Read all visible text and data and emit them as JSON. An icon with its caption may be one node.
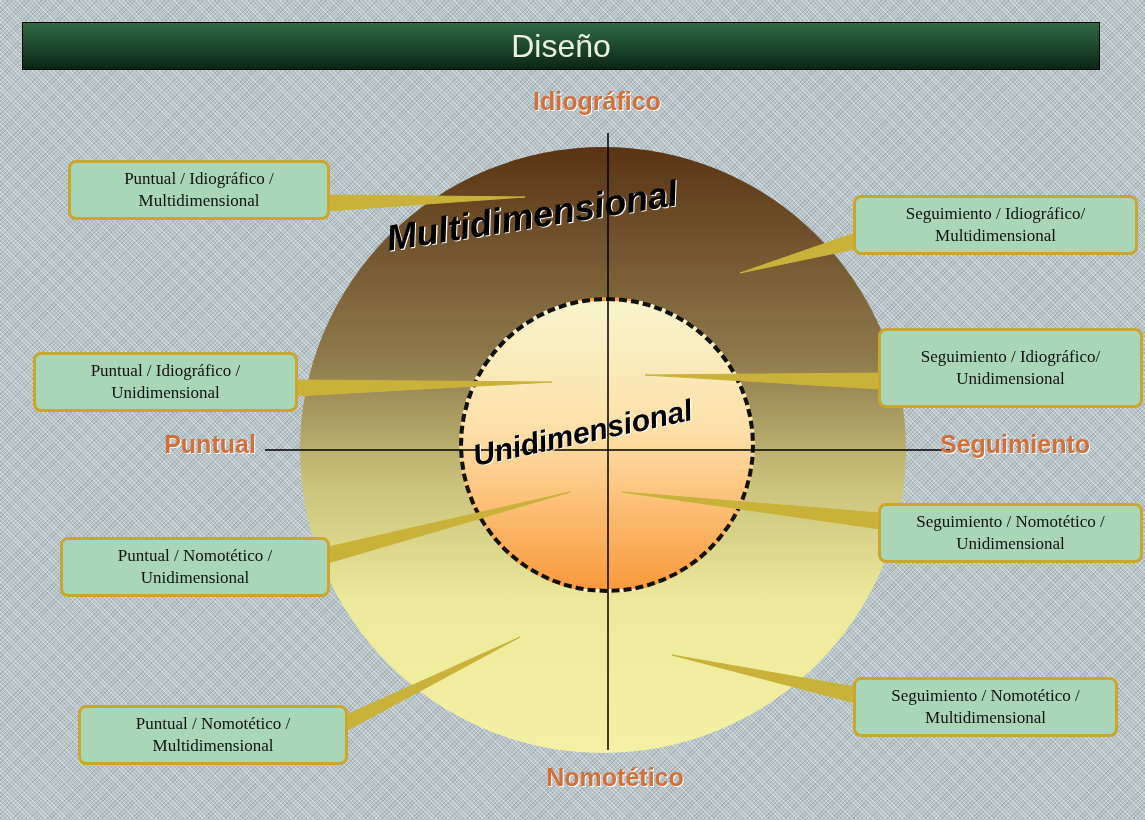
{
  "diagram": {
    "title": "Diseño",
    "nodes": [
      {
        "text": [
          "Multidimensional"
        ]
      },
      {
        "text": [
          "Unidimensional"
        ],
        "in": 0
      },
      {
        "text": [
          "Puntual / Idiográfico / Multidimensional"
        ]
      },
      {
        "text": [
          "Seguimiento / Idiográfico/ Multidimensional"
        ]
      },
      {
        "text": [
          "Puntual / Idiográfico / Unidimensional"
        ]
      },
      {
        "text": [
          "Seguimiento / Idiográfico/ Unidimensional"
        ]
      },
      {
        "text": [
          "Seguimiento / Nomotético / Unidimensional"
        ]
      },
      {
        "text": [
          "Puntual / Nomotético / Unidimensional"
        ]
      },
      {
        "text": [
          "Seguimiento / Nomotético / Multidimensional"
        ]
      },
      {
        "text": [
          "Puntual / Nomotético / Multidimensional"
        ]
      }
    ],
    "edges": [
      {
        "from": 2,
        "to": 0,
        "arrow": "none"
      },
      {
        "from": 3,
        "to": 0,
        "arrow": "none"
      },
      {
        "from": 4,
        "to": 1,
        "arrow": "none"
      },
      {
        "from": 5,
        "to": 1,
        "arrow": "none"
      },
      {
        "from": 6,
        "to": 1,
        "arrow": "none"
      },
      {
        "from": 7,
        "to": 1,
        "arrow": "none"
      },
      {
        "from": 8,
        "to": 0,
        "arrow": "none"
      },
      {
        "from": 9,
        "to": 0,
        "arrow": "none"
      }
    ],
    "labels": [
      "Idiográfico",
      "Puntual",
      "Seguimiento",
      "Nomotético"
    ]
  }
}
